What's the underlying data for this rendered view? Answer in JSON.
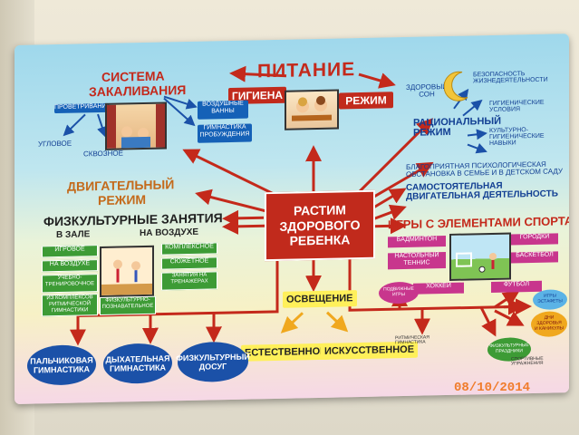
{
  "title_main": "ПИТАНИЕ",
  "center_box": [
    "РАСТИМ",
    "ЗДОРОВОГО",
    "РЕБЕНКА"
  ],
  "hygiene": "ГИГИЕНА",
  "regime": "РЕЖИМ",
  "hardening": {
    "title": [
      "СИСТЕМА",
      "ЗАКАЛИВАНИЯ"
    ],
    "ventilation": "ПРОВЕТРИВАНИЕ",
    "angular": "УГЛОВОЕ",
    "through": "СКВОЗНОЕ",
    "air_baths": [
      "ВОЗДУШНЫЕ",
      "ВАННЫ"
    ],
    "wakeup_gym": [
      "ГИМНАСТИКА",
      "ПРОБУЖДЕНИЯ"
    ]
  },
  "motor_regime": [
    "ДВИГАТЕЛЬНЫЙ",
    "РЕЖИМ"
  ],
  "pe": {
    "title": "ФИЗКУЛЬТУРНЫЕ ЗАНЯТИЯ",
    "in_hall": "В ЗАЛЕ",
    "outdoors": "НА ВОЗДУХЕ",
    "left_boxes": [
      "ИГРОВОЕ",
      "НА ВОЗДУХЕ",
      "УЧЕБНО-ТРЕНИРОВОЧНОЕ",
      "ИЗ КОМПЛЕКСОВ РИТМИЧЕСКОЙ ГИМНАСТИКИ"
    ],
    "right_boxes": [
      "КОМПЛЕКСНОЕ",
      "СЮЖЕТНОЕ",
      "ЗАНЯТИЯ НА ТРЕНАЖЕРАХ",
      "ФИЗКУЛЬТУРНО-ПОЗНАВАТЕЛЬНОЕ"
    ]
  },
  "sleep": {
    "healthy_sleep": [
      "ЗДОРОВЫЙ",
      "СОН"
    ],
    "safety": [
      "БЕЗОПАСНОСТЬ",
      "ЖИЗНЕДЕЯТЕЛЬНОСТИ"
    ],
    "hygienic": [
      "ГИГИЕНИЧЕСКИЕ",
      "УСЛОВИЯ"
    ],
    "culture": [
      "КУЛЬТУРНО-",
      "ГИГИЕНИЧЕСКИЕ",
      "НАВЫКИ"
    ]
  },
  "rational_regime": [
    "РАЦИОНАЛЬНЫЙ",
    "РЕЖИМ"
  ],
  "psych": [
    "БЛАГОПРИЯТНАЯ ПСИХОЛОГИЧЕСКАЯ",
    "ОБСТАНОВКА В СЕМЬЕ И В ДЕТСКОМ САДУ"
  ],
  "independent": [
    "САМОСТОЯТЕЛЬНАЯ",
    "ДВИГАТЕЛЬНАЯ ДЕЯТЕЛЬНОСТЬ"
  ],
  "sports": {
    "title": "ИГРЫ С ЭЛЕМЕНТАМИ СПОРТА",
    "badminton": "БАДМИНТОН",
    "tennis": [
      "НАСТОЛЬНЫЙ",
      "ТЕННИС"
    ],
    "gorodki": "ГОРОДКИ",
    "basketball": "БАСКЕТБОЛ",
    "hockey": "ХОККЕЙ",
    "football": "ФУТБОЛ"
  },
  "lighting": {
    "title": "ОСВЕЩЕНИЕ",
    "natural": "ЕСТЕСТВЕННОЕ",
    "artificial": "ИСКУССТВЕННОЕ"
  },
  "bottom_ellipses": [
    [
      "ПАЛЬЧИКОВАЯ",
      "ГИМНАСТИКА"
    ],
    [
      "ДЫХАТЕЛЬНАЯ",
      "ГИМНАСТИКА"
    ],
    [
      "ФИЗКУЛЬТУРНЫЙ",
      "ДОСУГ"
    ]
  ],
  "small_labels": {
    "games": [
      "ПОДВИЖНЫЕ",
      "ИГРЫ"
    ],
    "rhythmic": [
      "РИТМИЧЕСКАЯ",
      "ГИМНАСТИКА"
    ],
    "relay": [
      "ИГРЫ",
      "ЭСТАФЕТЫ"
    ],
    "ball": [
      "ФИЗКУЛЬТУРНЫЕ",
      "ПРАЗДНИКИ"
    ],
    "days": [
      "ДНИ",
      "ЗДОРОВЬЯ",
      "И КАНИКУЛЫ"
    ],
    "sport_ex": [
      "СПОРТИВНЫЕ",
      "УПРАЖНЕНИЯ"
    ]
  },
  "date_stamp": "08/10/2014",
  "colors": {
    "red": "#c4291b",
    "blue": "#123f93",
    "green": "#3d9b35",
    "pink": "#c8368d",
    "date": "#f07c2b"
  }
}
